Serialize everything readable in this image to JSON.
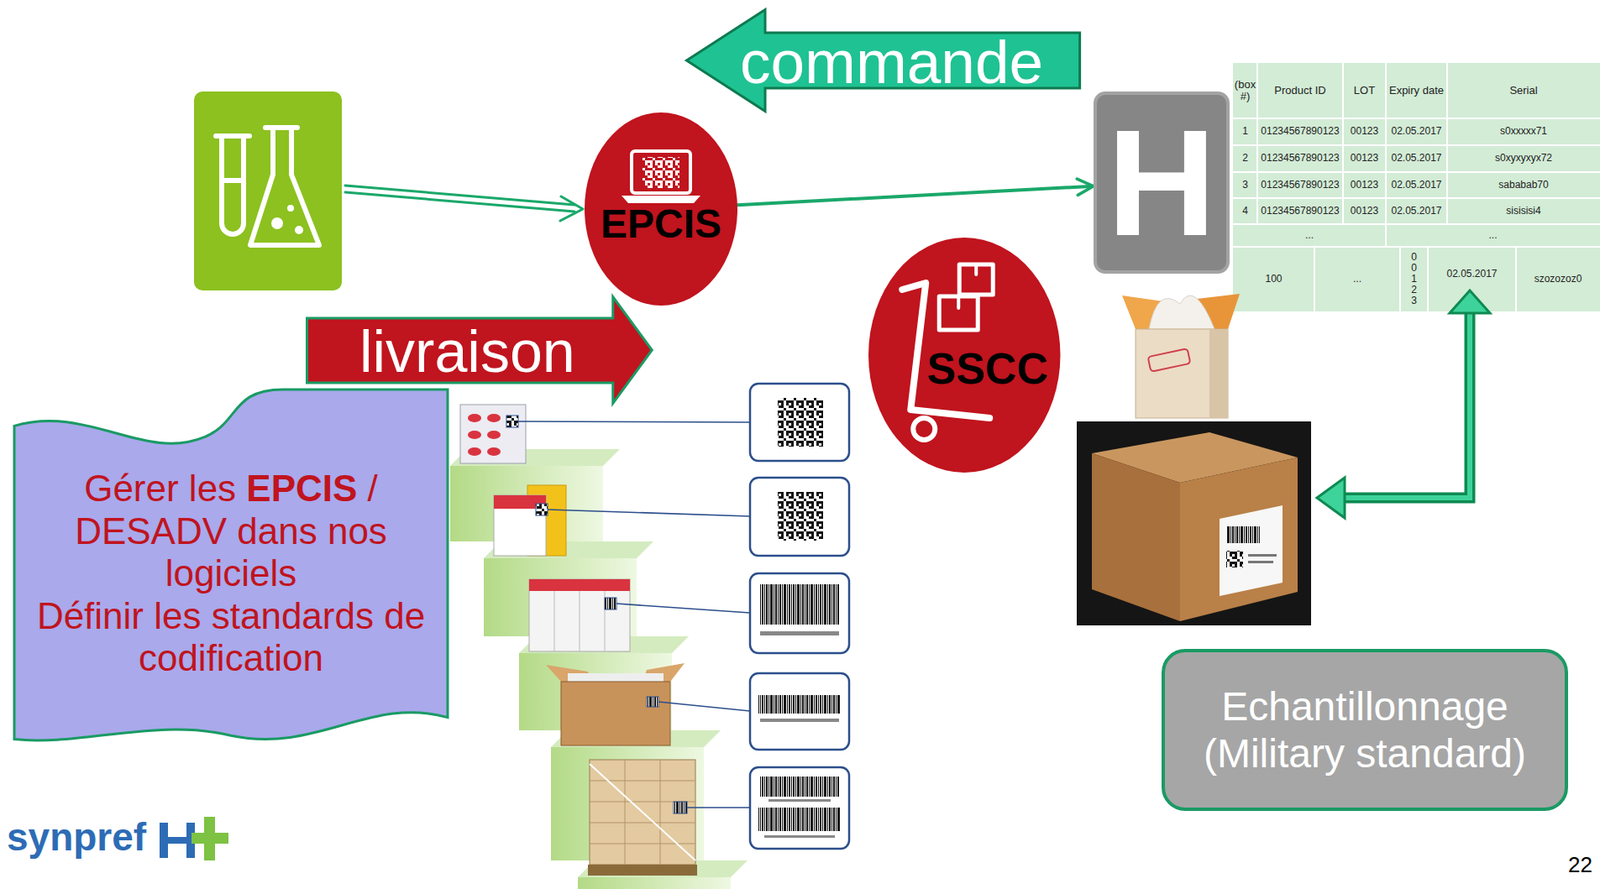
{
  "diagram": {
    "nodes": [
      {
        "text": [
          "commande"
        ]
      },
      {
        "text": [
          "EPCIS"
        ]
      },
      {
        "text": [
          "livraison"
        ]
      },
      {
        "text": [
          "H"
        ]
      },
      {
        "text": [
          "SSCC"
        ]
      },
      {
        "text": [
          "Gérer les EPCIS / DESADV dans nos logiciels",
          "Définir les standards de codification"
        ]
      },
      {
        "text": [
          "Echantillonnage (Military standard)"
        ]
      }
    ],
    "edges": [
      {
        "from": 1,
        "to": 3,
        "arrow": "to"
      }
    ],
    "labels": [
      "(box #)",
      "Product ID",
      "LOT",
      "Expiry date",
      "Serial",
      "1",
      "01234567890123",
      "00123",
      "02.05.2017",
      "s0xxxxx71",
      "2",
      "01234567890123",
      "00123",
      "02.05.2017",
      "s0xyxyxyx72",
      "3",
      "01234567890123",
      "00123",
      "02.05.2017",
      "sababab70",
      "4",
      "01234567890123",
      "00123",
      "02.05.2017",
      "sisisisi4",
      "...",
      "...",
      "100",
      "...",
      "00123",
      "02.05.2017",
      "szozozoz0",
      "synpref",
      "22"
    ]
  }
}
